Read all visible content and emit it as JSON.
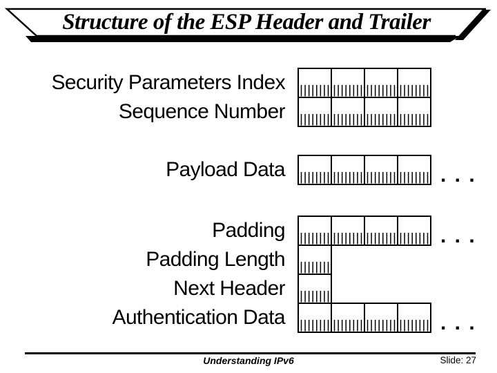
{
  "title": "Structure of the ESP Header and Trailer",
  "footer": {
    "center": "Understanding IPv6",
    "right": "Slide: 27"
  },
  "colors": {
    "ink": "#000000",
    "background": "#ffffff"
  },
  "diagram": {
    "ticks_per_cell": 8,
    "ellipsis_text": ". . .",
    "groups": [
      {
        "name": "esp-header",
        "rows": [
          {
            "label": "Security Parameters Index",
            "cells": 4,
            "ellipsis": false
          },
          {
            "label": "Sequence Number",
            "cells": 4,
            "ellipsis": false
          }
        ]
      },
      {
        "name": "payload",
        "rows": [
          {
            "label": "Payload Data",
            "cells": 4,
            "ellipsis": true
          }
        ]
      },
      {
        "name": "esp-trailer",
        "rows": [
          {
            "label": "Padding",
            "cells": 4,
            "ellipsis": true
          },
          {
            "label": "Padding Length",
            "cells": 1,
            "ellipsis": false
          },
          {
            "label": "Next Header",
            "cells": 1,
            "ellipsis": false
          },
          {
            "label": "Authentication Data",
            "cells": 4,
            "ellipsis": true
          }
        ]
      }
    ]
  }
}
